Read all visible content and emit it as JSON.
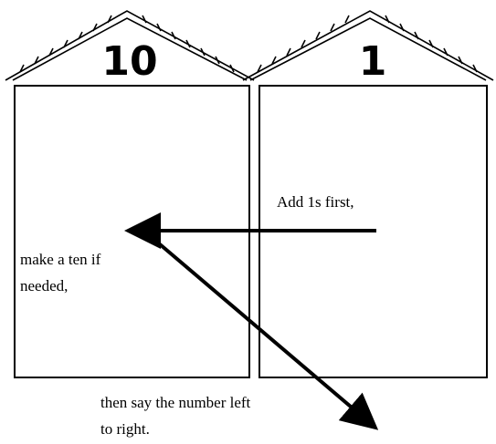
{
  "houses": [
    {
      "label": "10"
    },
    {
      "label": "1"
    }
  ],
  "notes": {
    "add_ones": "Add 1s first,",
    "make_ten_line1": "make a ten if",
    "make_ten_line2": "needed,",
    "say_number_line1": "then say the number left",
    "say_number_line2": "to right."
  },
  "colors": {
    "ink": "#000000",
    "paper": "#ffffff"
  }
}
